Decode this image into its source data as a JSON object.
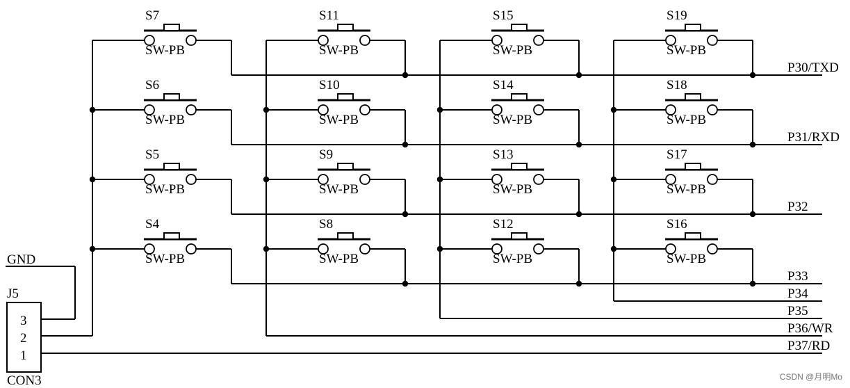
{
  "schematic": {
    "switch_type": "SW-PB",
    "switch_rows": [
      [
        "S7",
        "S11",
        "S15",
        "S19"
      ],
      [
        "S6",
        "S10",
        "S14",
        "S18"
      ],
      [
        "S5",
        "S9",
        "S13",
        "S17"
      ],
      [
        "S4",
        "S8",
        "S12",
        "S16"
      ]
    ],
    "row_nets": [
      "P30/TXD",
      "P31/RXD",
      "P32",
      "P33"
    ],
    "column_nets": [
      "P34",
      "P35",
      "P36/WR",
      "P37/RD"
    ],
    "connector": {
      "ref": "J5",
      "part": "CON3",
      "pins": [
        "3",
        "2",
        "1"
      ],
      "gnd_label": "GND"
    }
  },
  "watermark": "CSDN @月明Mo"
}
